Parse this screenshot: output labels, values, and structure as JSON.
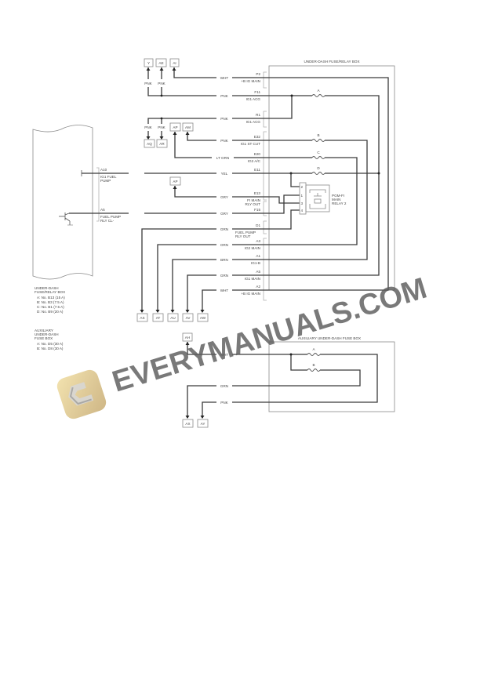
{
  "diagram": {
    "main_box": {
      "title": "UNDER-DASH FUSE/RELAY BOX"
    },
    "aux_box": {
      "title": "AUXILIARY UNDER-DASH FUSE BOX"
    },
    "pcm": {
      "pins": [
        {
          "pin": "A10",
          "desc1": "IG1 FUEL",
          "desc2": "PUMP",
          "wire": "YEL"
        },
        {
          "pin": "A5",
          "desc1": "FUEL PUMP",
          "desc2": "RLY CL-",
          "wire": "GRY"
        }
      ]
    },
    "connectors_top": [
      "Y",
      "AE",
      "AI",
      "AQ",
      "AR",
      "AP",
      "AM",
      "AP"
    ],
    "connectors_bottom": [
      "AS",
      "AT",
      "AU",
      "AV",
      "AW"
    ],
    "connectors_aux": [
      "AH",
      "AX",
      "AY"
    ],
    "small_wire_labels": {
      "y": "PNK",
      "ae": "PNK",
      "aq": "PNK",
      "ar": "PNK"
    },
    "terminals": [
      {
        "pin": "P2",
        "desc": "+B IG MAIN",
        "wire": "WHT"
      },
      {
        "pin": "F11",
        "desc": "IG1 ACG",
        "wire": "PNK"
      },
      {
        "pin": "R1",
        "desc": "IG1 ACG",
        "wire": "PNK"
      },
      {
        "pin": "E32",
        "desc": "IG1 ST CUT",
        "wire": "PNK"
      },
      {
        "pin": "E20",
        "desc": "IG2 A/C",
        "wire": "LT GRN"
      },
      {
        "pin": "E11",
        "desc": "",
        "wire": "YEL"
      },
      {
        "pin": "E13",
        "desc": "FI MAIN RLY OUT",
        "desc1": "FI MAIN",
        "desc2": "RLY OUT",
        "wire": "GRY"
      },
      {
        "pin": "F15",
        "desc": "",
        "wire": "GRY"
      },
      {
        "pin": "D1",
        "desc": "FUEL PUMP RLY OUT",
        "desc1": "FUEL PUMP",
        "desc2": "RLY OUT",
        "wire": "GRN"
      },
      {
        "pin": "A3",
        "desc": "IG2 MAIN",
        "wire": "ORN"
      },
      {
        "pin": "A1",
        "desc": "IG1-B",
        "wire": "BRN"
      },
      {
        "pin": "A5",
        "desc": "IG1 MAIN",
        "wire": "GRN"
      },
      {
        "pin": "A2",
        "desc": "+B IG MAIN",
        "wire": "WHT"
      }
    ],
    "fuses_main": [
      "A",
      "B",
      "C",
      "D"
    ],
    "fuses_aux": [
      "A",
      "B"
    ],
    "relay": {
      "name1": "PGM-FI",
      "name2": "MAIN",
      "name3": "RELAY 2",
      "pins": [
        "2",
        "1",
        "3",
        "4"
      ]
    },
    "aux_wires": [
      "WHT",
      "GRN",
      "PNK"
    ],
    "legend": {
      "main": {
        "title1": "UNDER-DASH",
        "title2": "FUSE/RELAY BOX",
        "items": [
          "A:  No. B13 (15 A)",
          "B:  No. B3 (7.5 A)",
          "C:  No. B1 (7.5 A)",
          "D:  No. B9 (20 A)"
        ]
      },
      "aux": {
        "title1": "AUXILIARY",
        "title2": "UNDER-DASH",
        "title3": "FUSE BOX",
        "items": [
          "A:  No. D5 (30 A)",
          "B:  No. D8 (30 A)"
        ]
      }
    }
  },
  "watermark": {
    "text": "EVERYMANUALS.COM",
    "logo_letter": "E",
    "logo_color": "#e8cf8e"
  }
}
